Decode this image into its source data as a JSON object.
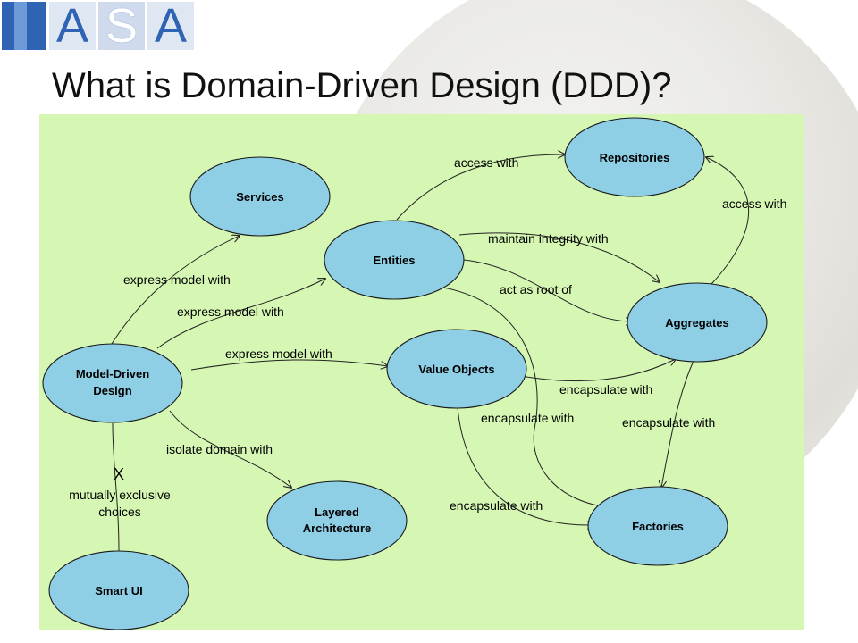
{
  "logo": {
    "letters": [
      "I",
      "A",
      "S",
      "A"
    ]
  },
  "slide": {
    "title": "What is Domain-Driven Design (DDD)?"
  },
  "nodes": {
    "services": {
      "lines": [
        "Services"
      ]
    },
    "repositories": {
      "lines": [
        "Repositories"
      ]
    },
    "entities": {
      "lines": [
        "Entities"
      ]
    },
    "aggregates": {
      "lines": [
        "Aggregates"
      ]
    },
    "model_driven_design": {
      "lines": [
        "Model-Driven",
        "Design"
      ]
    },
    "value_objects": {
      "lines": [
        "Value Objects"
      ]
    },
    "layered_architecture": {
      "lines": [
        "Layered",
        "Architecture"
      ]
    },
    "factories": {
      "lines": [
        "Factories"
      ]
    },
    "smart_ui": {
      "lines": [
        "Smart UI"
      ]
    }
  },
  "edges": {
    "access_with_top": "access with",
    "access_with_right": "access with",
    "maintain_integrity": "maintain integrity with",
    "act_as_root": "act as root of",
    "express_services": "express model with",
    "express_entities": "express model with",
    "express_value_objects": "express model with",
    "encapsulate_vo_aggregates": "encapsulate with",
    "encapsulate_entities_factories": "encapsulate with",
    "encapsulate_aggregates_factories": "encapsulate with",
    "encapsulate_vo_factories": "encapsulate with",
    "isolate_domain": "isolate domain with",
    "mutually_exclusive_marker": "X",
    "mutually_exclusive_line1": "mutually exclusive",
    "mutually_exclusive_line2": "choices"
  },
  "colors": {
    "panel": "#d6f7b3",
    "node_fill": "#8ecfe6",
    "node_stroke": "#1a1a1a",
    "title": "#111111"
  }
}
